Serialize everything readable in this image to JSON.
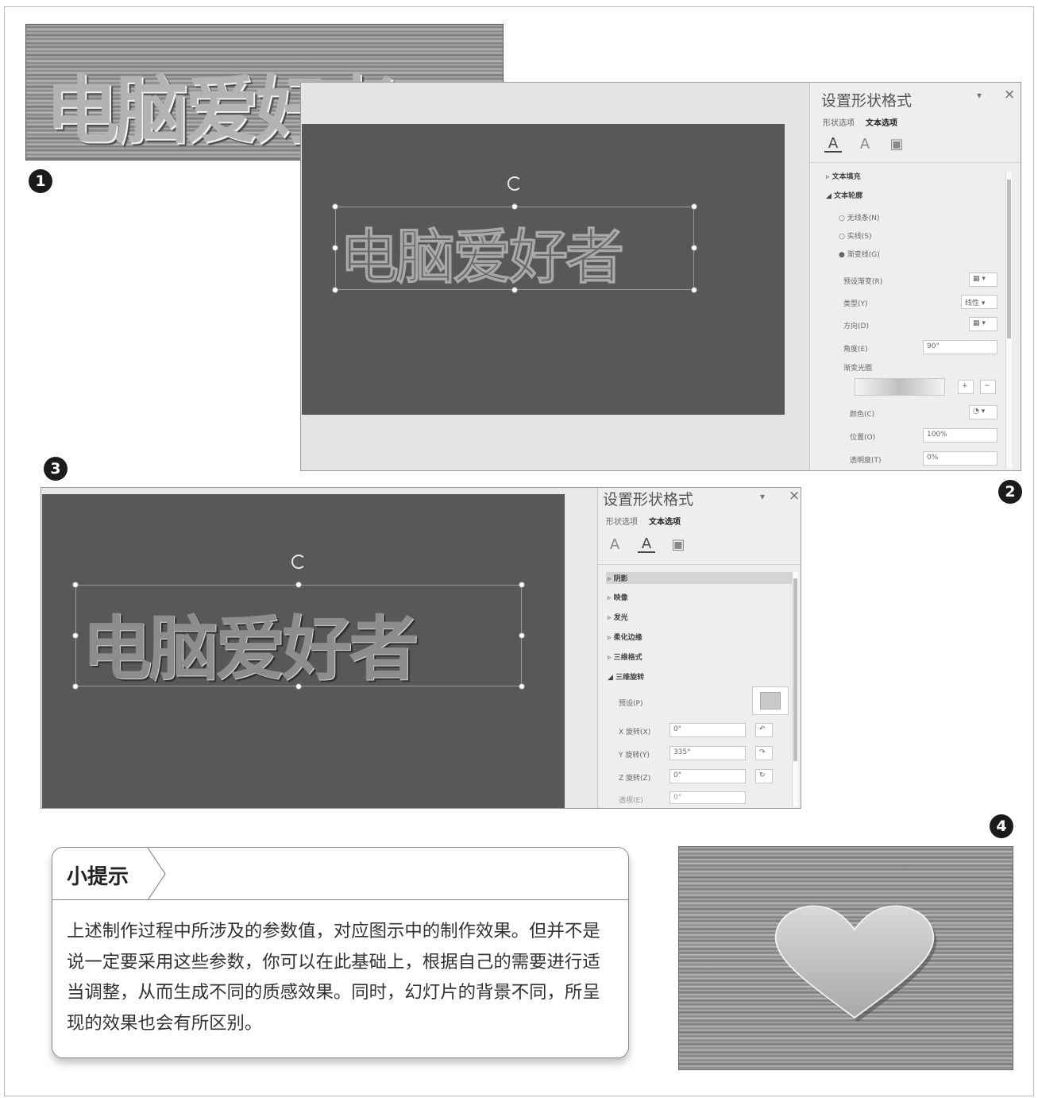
{
  "steps": {
    "one": "1",
    "two": "2",
    "three": "3",
    "four": "4"
  },
  "wordart_text": "电脑爱好者",
  "format_pane": {
    "title": "设置形状格式",
    "pin": "▾",
    "close": "×",
    "tab_shape": "形状选项",
    "tab_text": "文本选项",
    "icons": [
      "text-fill-outline-icon",
      "text-effects-icon",
      "textbox-icon"
    ]
  },
  "panel2": {
    "section_fill": "文本填充",
    "section_outline": "文本轮廓",
    "opt_none": "无线条(N)",
    "opt_solid": "实线(S)",
    "opt_gradient": "渐变线(G)",
    "preset_gradient": "预设渐变(R)",
    "type": "类型(Y)",
    "type_value": "线性",
    "direction": "方向(D)",
    "angle": "角度(E)",
    "angle_value": "90°",
    "gradient_stops": "渐变光圈",
    "color": "颜色(C)",
    "position": "位置(O)",
    "position_value": "100%",
    "transparency": "透明度(T)",
    "transparency_value": "0%"
  },
  "panel3": {
    "items": [
      "阴影",
      "映像",
      "发光",
      "柔化边缘",
      "三维格式",
      "三维旋转"
    ],
    "preset": "预设(P)",
    "x_rotation": "X 旋转(X)",
    "x_value": "0°",
    "y_rotation": "Y 旋转(Y)",
    "y_value": "335°",
    "z_rotation": "Z 旋转(Z)",
    "z_value": "0°",
    "perspective": "透视(E)",
    "perspective_value": "0°"
  },
  "tip": {
    "title": "小提示",
    "body": "上述制作过程中所涉及的参数值，对应图示中的制作效果。但并不是说一定要采用这些参数，你可以在此基础上，根据自己的需要进行适当调整，从而生成不同的质感效果。同时，幻灯片的背景不同，所呈现的效果也会有所区别。"
  },
  "colors": {
    "slide_bg": "#585858",
    "pane_bg": "#eeeeee",
    "wood": "#9c9c9c"
  }
}
